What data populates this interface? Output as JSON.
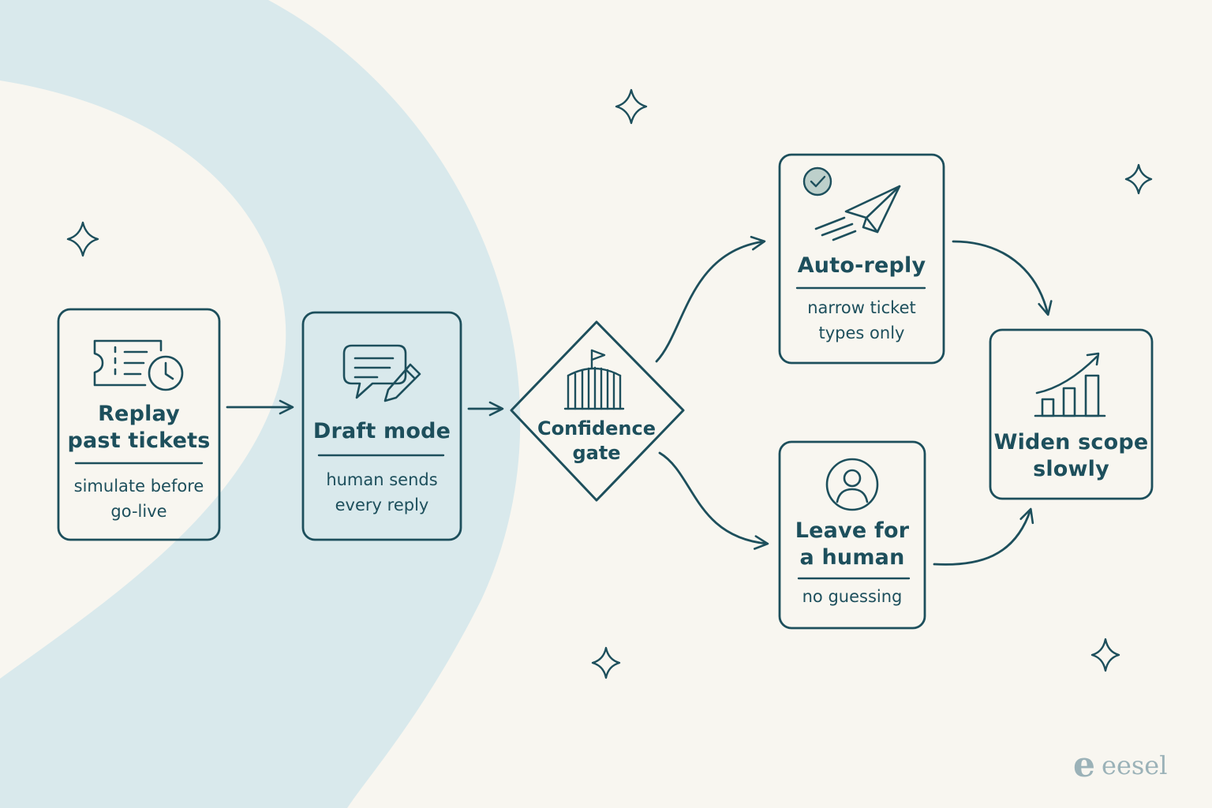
{
  "nodes": {
    "replay": {
      "title_line1": "Replay",
      "title_line2": "past tickets",
      "sub_line1": "simulate before",
      "sub_line2": "go-live"
    },
    "draft": {
      "title": "Draft mode",
      "sub_line1": "human sends",
      "sub_line2": "every reply"
    },
    "gate": {
      "title_line1": "Confidence",
      "title_line2": "gate"
    },
    "auto": {
      "title": "Auto-reply",
      "sub_line1": "narrow ticket",
      "sub_line2": "types only"
    },
    "human": {
      "title_line1": "Leave for",
      "title_line2": "a human",
      "sub": "no guessing"
    },
    "widen": {
      "title_line1": "Widen scope",
      "title_line2": "slowly"
    }
  },
  "brand": {
    "mark": "e",
    "name": "eesel"
  },
  "colors": {
    "ink": "#1d4f5c",
    "background": "#f8f6f0",
    "band": "#d9e9ec",
    "check": "#4f8a86",
    "brand": "#9bb2b8"
  },
  "icons": [
    "ticket-clock-icon",
    "chat-pencil-icon",
    "gate-flag-icon",
    "paper-plane-icon",
    "check-circle-icon",
    "person-circle-icon",
    "growth-chart-icon",
    "sparkle-icon"
  ]
}
